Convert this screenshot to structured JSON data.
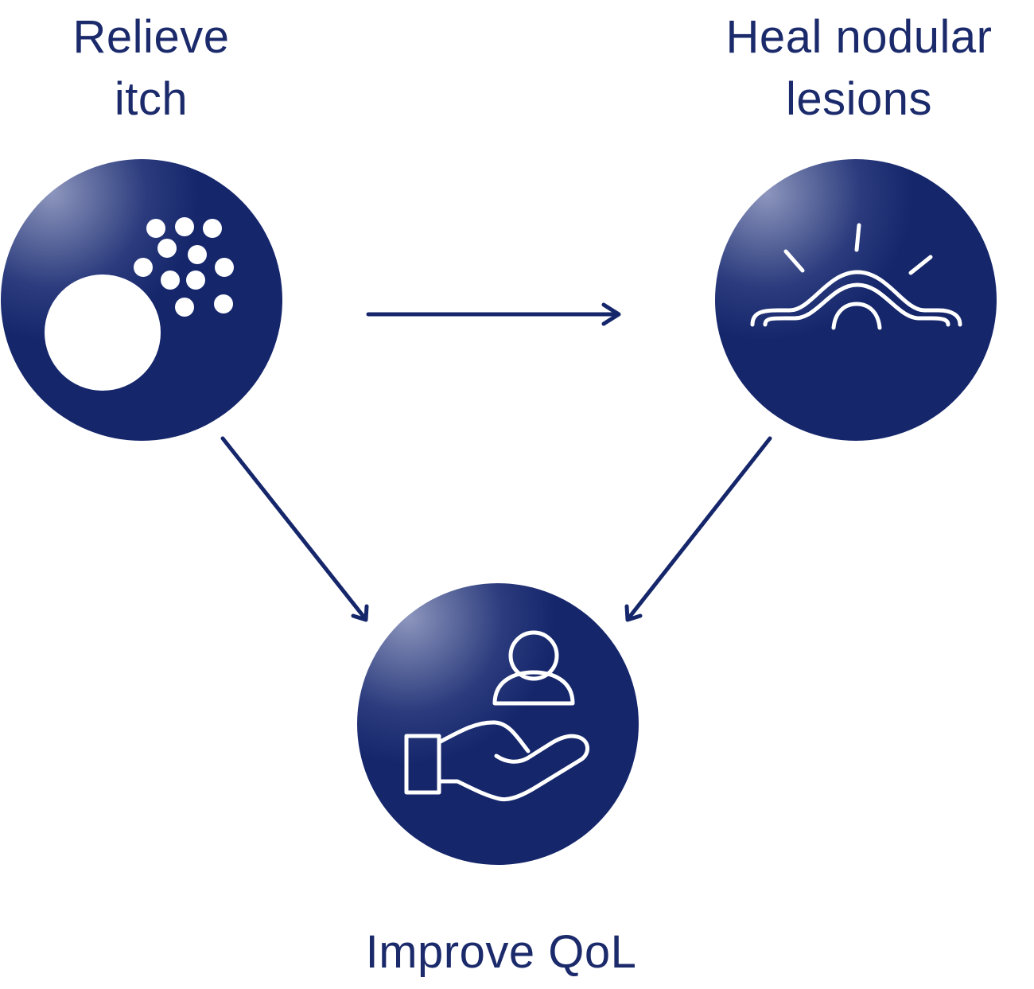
{
  "nodes": {
    "itch": {
      "line1": "Relieve",
      "line2": "itch",
      "icon": "itch-dots-icon"
    },
    "lesions": {
      "line1": "Heal nodular",
      "line2": "lesions",
      "icon": "nodule-healing-icon"
    },
    "qol": {
      "label": "Improve QoL",
      "icon": "hand-person-icon"
    }
  },
  "edges": [
    {
      "from": "itch",
      "to": "lesions"
    },
    {
      "from": "itch",
      "to": "qol"
    },
    {
      "from": "lesions",
      "to": "qol"
    }
  ],
  "colors": {
    "primary": "#15266b",
    "highlight": "#8d96bd",
    "text": "#1b2a6b",
    "icon": "#ffffff"
  }
}
